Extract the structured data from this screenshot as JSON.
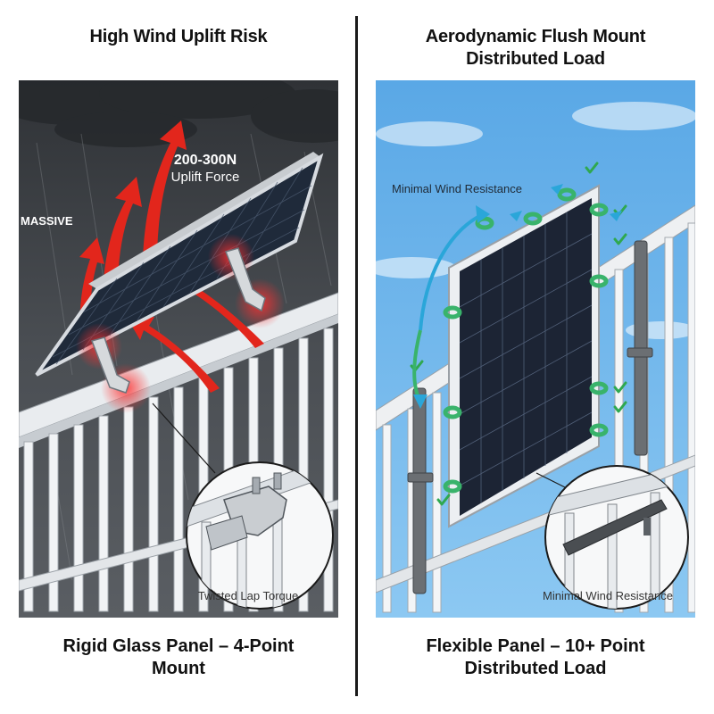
{
  "left": {
    "title": "High Wind Uplift Risk",
    "caption_line1": "Rigid Glass Panel – 4-Point",
    "caption_line2": "Mount",
    "force_value": "200-300N",
    "force_label": "Uplift Force",
    "massive_label": "MASSIVE",
    "inset_label": "Twisted Lap Torque",
    "colors": {
      "sky": "#3f4347",
      "arrow": "#e2261c",
      "glow": "#ff3b3b"
    }
  },
  "right": {
    "title_line1": "Aerodynamic Flush Mount",
    "title_line2": "Distributed Load",
    "caption_line1": "Flexible Panel – 10+ Point",
    "caption_line2": "Distributed Load",
    "wind_label": "Minimal Wind Resistance",
    "inset_label": "Minimal Wind Resistance",
    "colors": {
      "sky": "#6cb4ea",
      "clip": "#39b36b",
      "check": "#2fa84f",
      "wind_arrow": "#2aa6d9"
    }
  }
}
